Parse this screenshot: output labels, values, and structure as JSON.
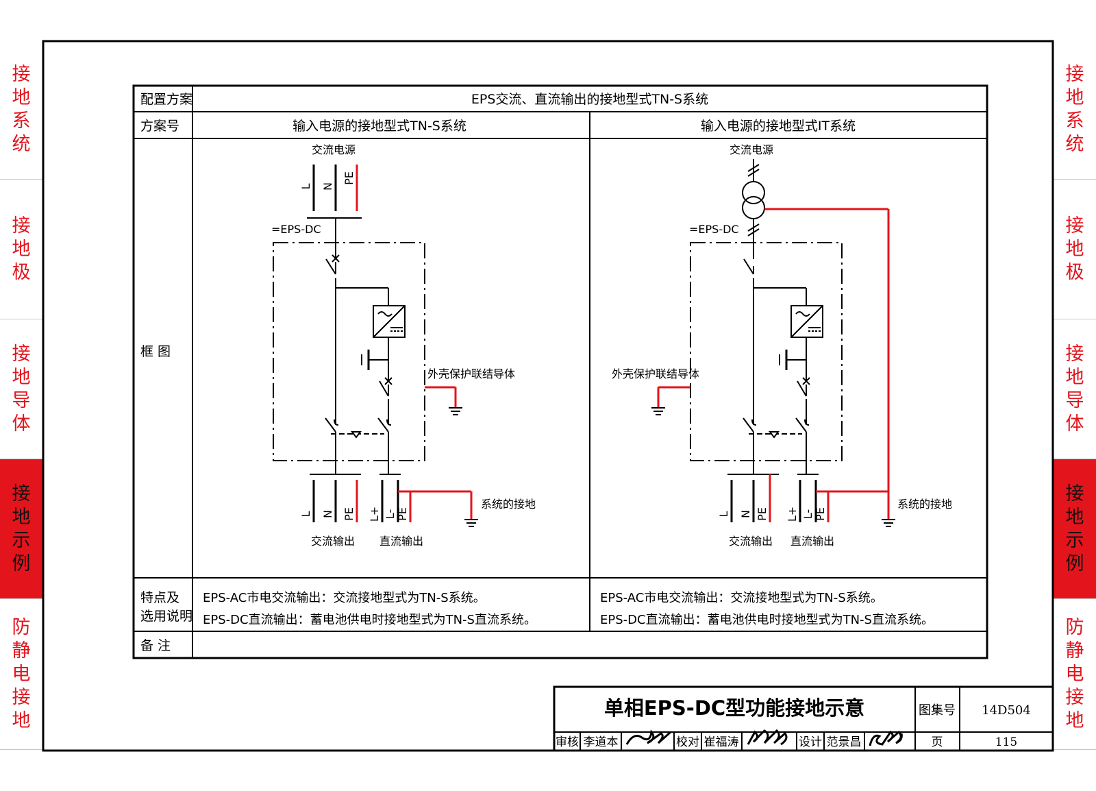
{
  "side_tabs": [
    {
      "label": "接地系统",
      "active": false
    },
    {
      "label": "接地极",
      "active": false
    },
    {
      "label": "接地导体",
      "active": false
    },
    {
      "label": "接地示例",
      "active": true
    },
    {
      "label": "防静电接地",
      "active": false
    }
  ],
  "table": {
    "row1_header": "配置方案",
    "row1_value": "EPS交流、直流输出的接地型式TN-S系统",
    "row2_header": "方案号",
    "scheme_a": "输入电源的接地型式TN-S系统",
    "scheme_b": "输入电源的接地型式IT系统",
    "row3_header": "框 图",
    "row4_header_line1": "特点及",
    "row4_header_line2": "选用说明",
    "desc_line1": "EPS-AC市电交流输出：交流接地型式为TN-S系统。",
    "desc_line2": "EPS-DC直流输出：蓄电池供电时接地型式为TN-S直流系统。",
    "row5_header": "备 注"
  },
  "diagram": {
    "ac_source": "交流电源",
    "device_label": "=EPS-DC",
    "enclosure_bond": "外壳保护联结导体",
    "system_earth": "系统的接地",
    "ac_output": "交流输出",
    "dc_output": "直流输出",
    "cond_L": "L",
    "cond_N": "N",
    "cond_PE": "PE",
    "cond_Lplus": "L+",
    "cond_Lminus": "L-",
    "red_color": "#e4141c"
  },
  "title_block": {
    "title": "单相EPS-DC型功能接地示意",
    "atlas_label": "图集号",
    "atlas_no": "14D504",
    "review_label": "审核",
    "reviewer": "李道本",
    "check_label": "校对",
    "checker": "崔福涛",
    "design_label": "设计",
    "designer": "范景昌",
    "page_label": "页",
    "page_no": "115"
  }
}
